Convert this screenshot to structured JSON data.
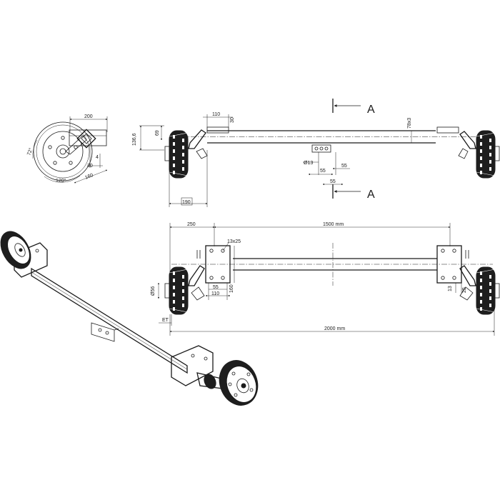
{
  "section": {
    "label": "A"
  },
  "front_view": {
    "dims": {
      "width": "200",
      "angle_small": "72°",
      "angle_large": "120°",
      "d30": "30",
      "d4": "4",
      "d160": "160"
    }
  },
  "top_view": {
    "dims": {
      "d110": "110",
      "d30": "30",
      "d136": "136,6",
      "d69": "69",
      "d190": "190",
      "tube": "78x3",
      "hole": "Ø13",
      "d55a": "55",
      "d55b": "55",
      "d55c": "55"
    }
  },
  "plan_view": {
    "dims": {
      "d250": "250",
      "d1500": "1500 mm",
      "bolt": "13x25",
      "d56": "Ø56",
      "d55": "55",
      "d110": "110",
      "d160": "160",
      "d13": "13",
      "d25": "25",
      "et": "ET",
      "d2000": "2000 mm"
    }
  },
  "colors": {
    "line": "#1a1a1a",
    "background": "#ffffff"
  }
}
